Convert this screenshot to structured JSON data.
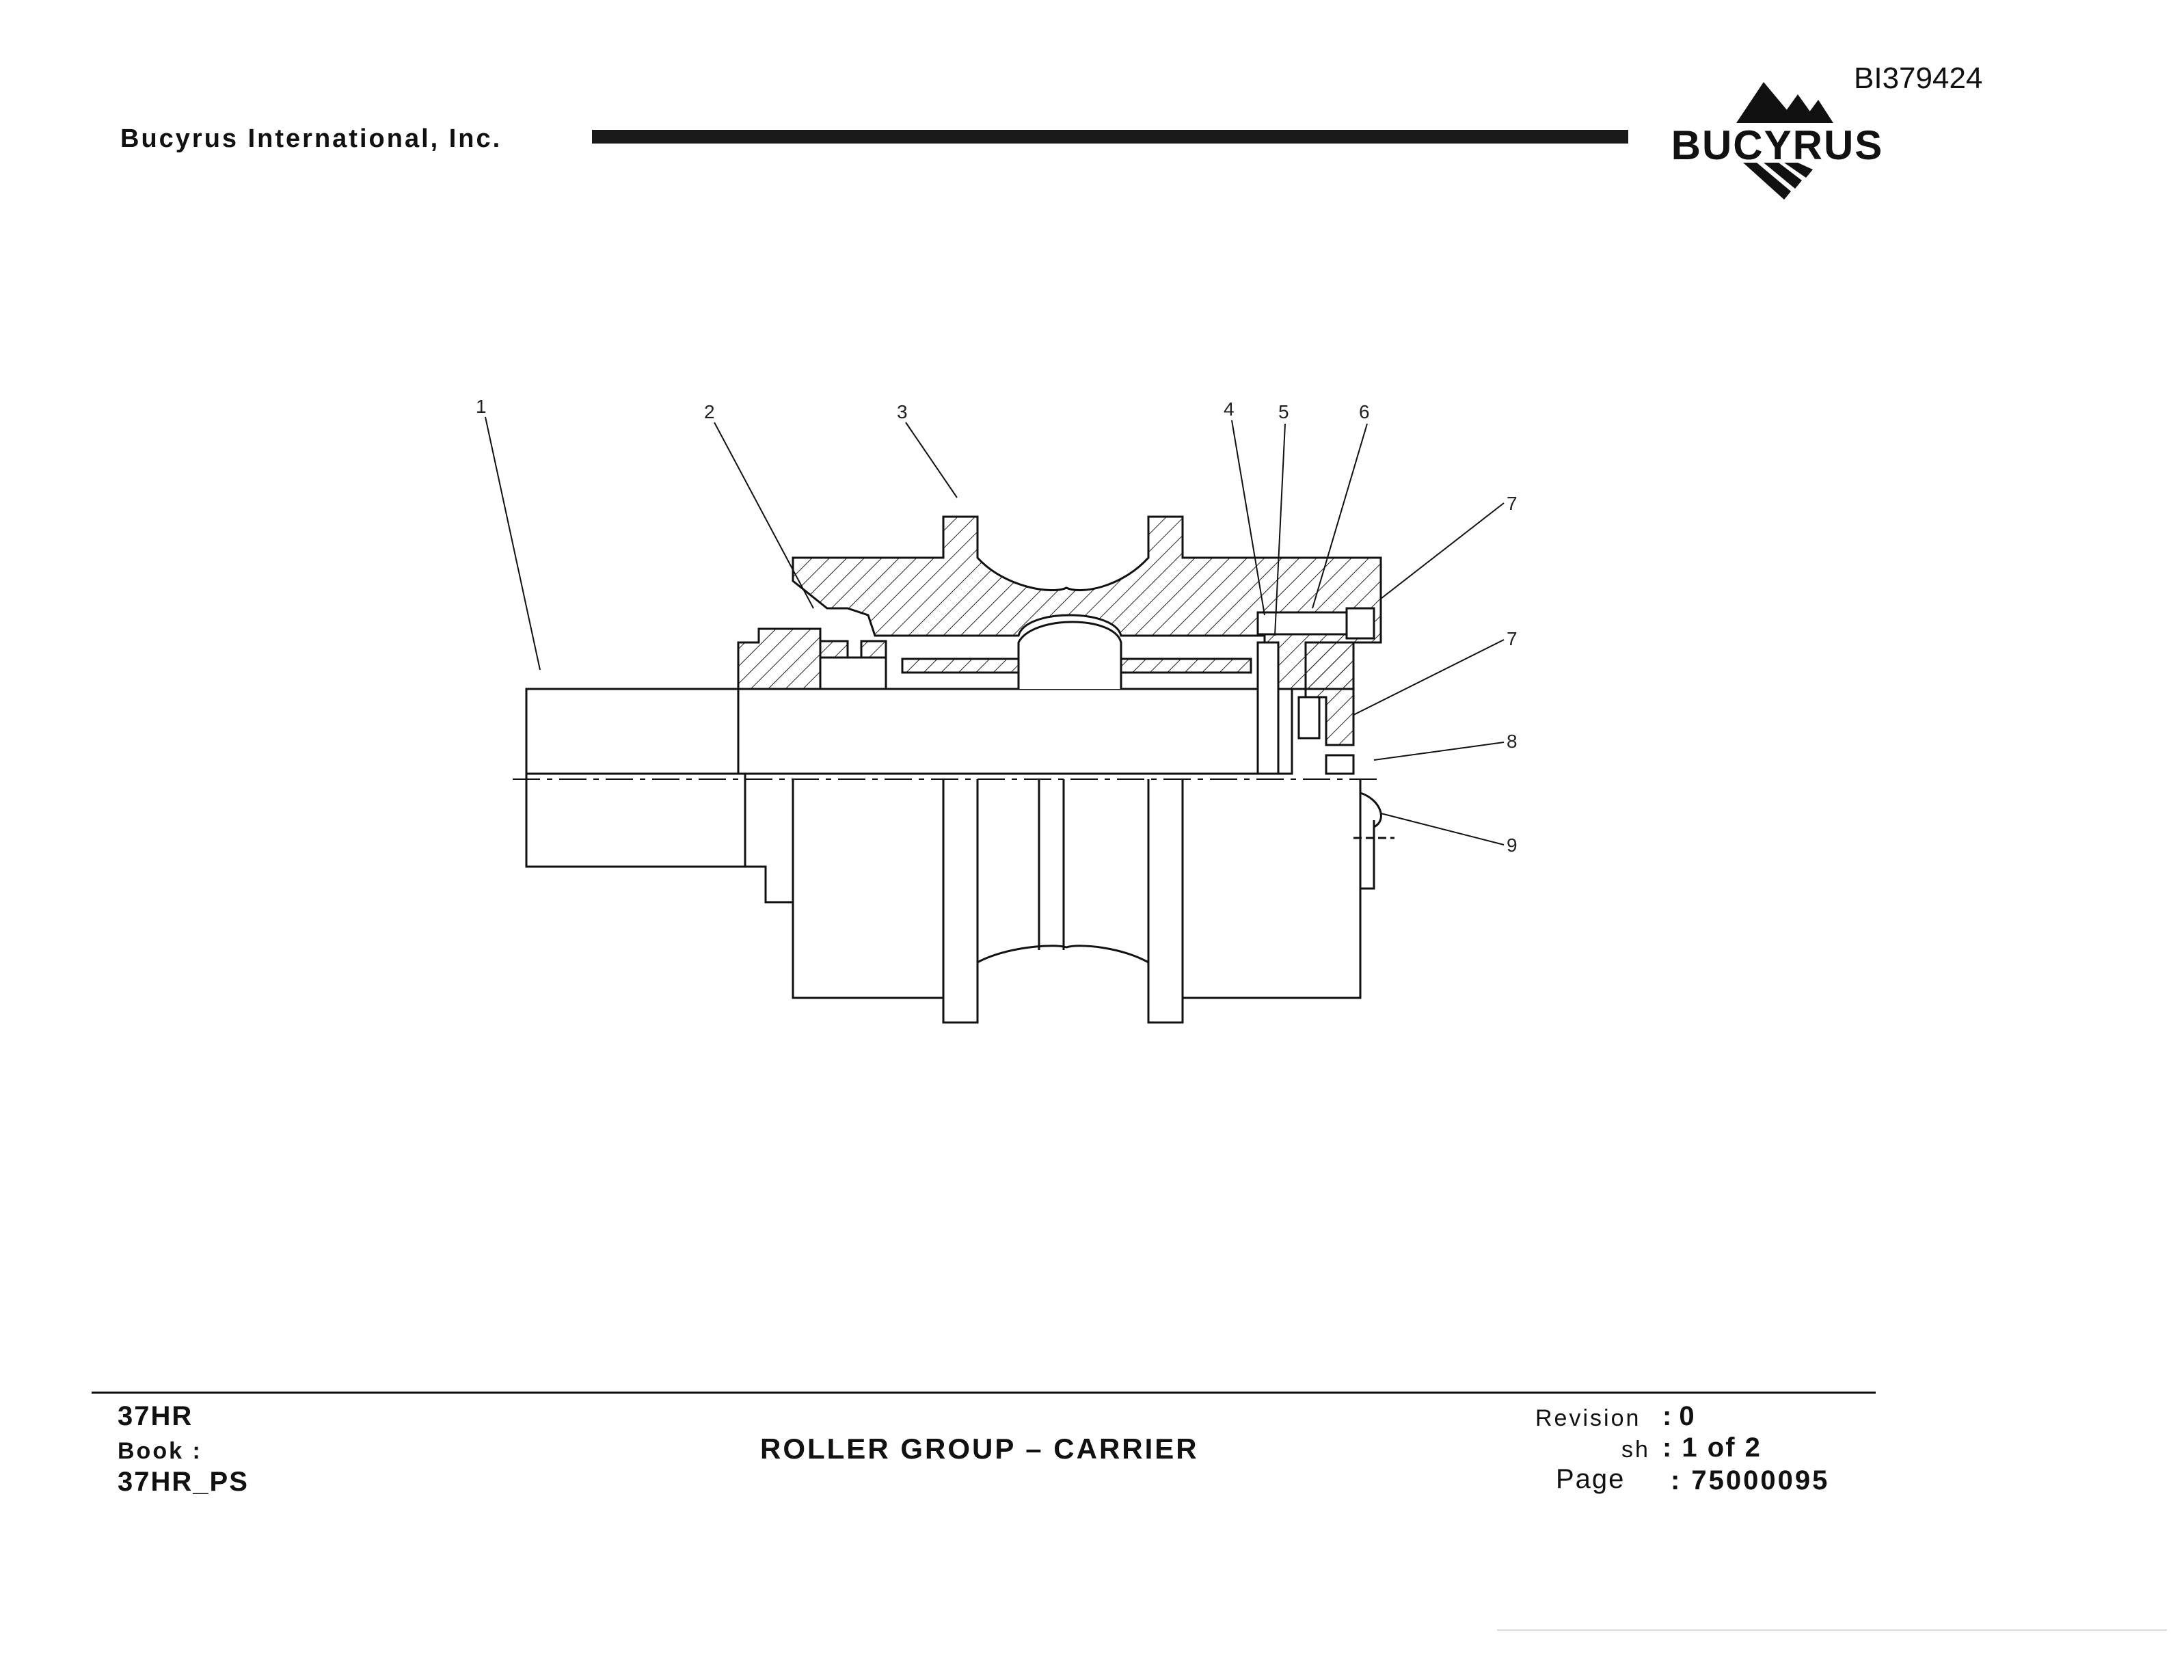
{
  "header": {
    "company": "Bucyrus International, Inc.",
    "document_id": "BI379424",
    "logo_text": "BUCYRUS"
  },
  "drawing": {
    "callouts": [
      "1",
      "2",
      "3",
      "4",
      "5",
      "6",
      "7",
      "7",
      "8",
      "9"
    ]
  },
  "footer": {
    "model": "37HR",
    "book_label": "Book :",
    "book_value": "37HR_PS",
    "title": "ROLLER GROUP – CARRIER",
    "revision_label": "Revision",
    "revision_value": ": 0",
    "sheet_label": "sh",
    "sheet_value": ": 1 of 2",
    "page_label": "Page",
    "page_value": ": 75000095"
  }
}
